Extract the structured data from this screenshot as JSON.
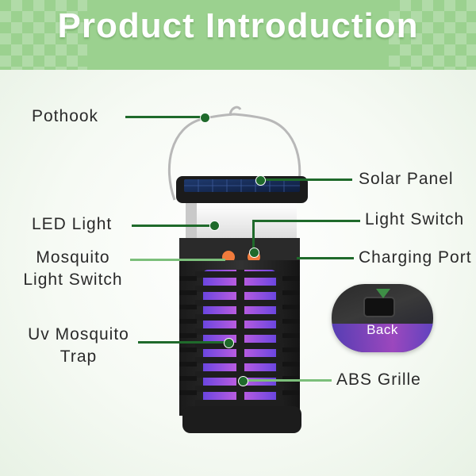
{
  "header": {
    "title": "Product Introduction"
  },
  "labels": {
    "pothook": "Pothook",
    "solar_panel": "Solar Panel",
    "led_light": "LED Light",
    "light_switch": "Light Switch",
    "mosquito_light_switch_line1": "Mosquito",
    "mosquito_light_switch_line2": "Light Switch",
    "charging_port": "Charging Port",
    "uv_trap_line1": "Uv Mosquito",
    "uv_trap_line2": "Trap",
    "abs_grille": "ABS Grille"
  },
  "inset": {
    "back_label": "Back"
  },
  "colors": {
    "banner": "#9bd18f",
    "leader_line": "#1f6a2b",
    "uv_light": "#8a5bf0",
    "lamp_body": "#222222"
  }
}
